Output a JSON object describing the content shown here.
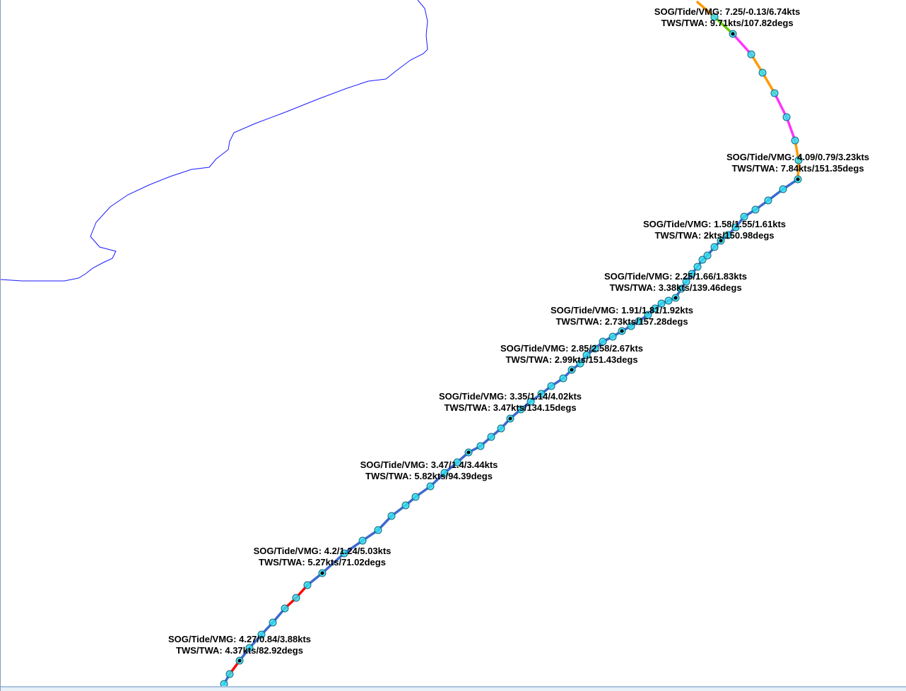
{
  "map": {
    "colors": {
      "coastline": "#1a1aff",
      "route_default": "#3a6ad0",
      "route_red": "#ff0000",
      "route_orange": "#ff9900",
      "route_green": "#66cc00",
      "route_magenta": "#ff33ff",
      "waypoint_fill": "#33ddee"
    },
    "labels": [
      {
        "sog_line": "SOG/Tide/VMG: 7.25/-0.13/6.74kts",
        "tws_line": "TWS/TWA: 9.71kts/107.82degs"
      },
      {
        "sog_line": "SOG/Tide/VMG: 4.09/0.79/3.23kts",
        "tws_line": "TWS/TWA: 7.84kts/151.35degs"
      },
      {
        "sog_line": "SOG/Tide/VMG: 1.58/1.55/1.61kts",
        "tws_line": "TWS/TWA: 2kts/150.98degs"
      },
      {
        "sog_line": "SOG/Tide/VMG: 2.25/1.66/1.83kts",
        "tws_line": "TWS/TWA: 3.38kts/139.46degs"
      },
      {
        "sog_line": "SOG/Tide/VMG: 1.91/1.81/1.92kts",
        "tws_line": "TWS/TWA: 2.73kts/157.28degs"
      },
      {
        "sog_line": "SOG/Tide/VMG: 2.85/2.58/2.67kts",
        "tws_line": "TWS/TWA: 2.99kts/151.43degs"
      },
      {
        "sog_line": "SOG/Tide/VMG: 3.35/1.14/4.02kts",
        "tws_line": "TWS/TWA: 3.47kts/134.15degs"
      },
      {
        "sog_line": "SOG/Tide/VMG: 3.47/1.4/3.44kts",
        "tws_line": "TWS/TWA: 5.82kts/94.39degs"
      },
      {
        "sog_line": "SOG/Tide/VMG: 4.2/1.24/5.03kts",
        "tws_line": "TWS/TWA: 5.27kts/71.02degs"
      },
      {
        "sog_line": "SOG/Tide/VMG: 4.27/0.84/3.88kts",
        "tws_line": "TWS/TWA: 4.37kts/82.92degs"
      }
    ]
  }
}
